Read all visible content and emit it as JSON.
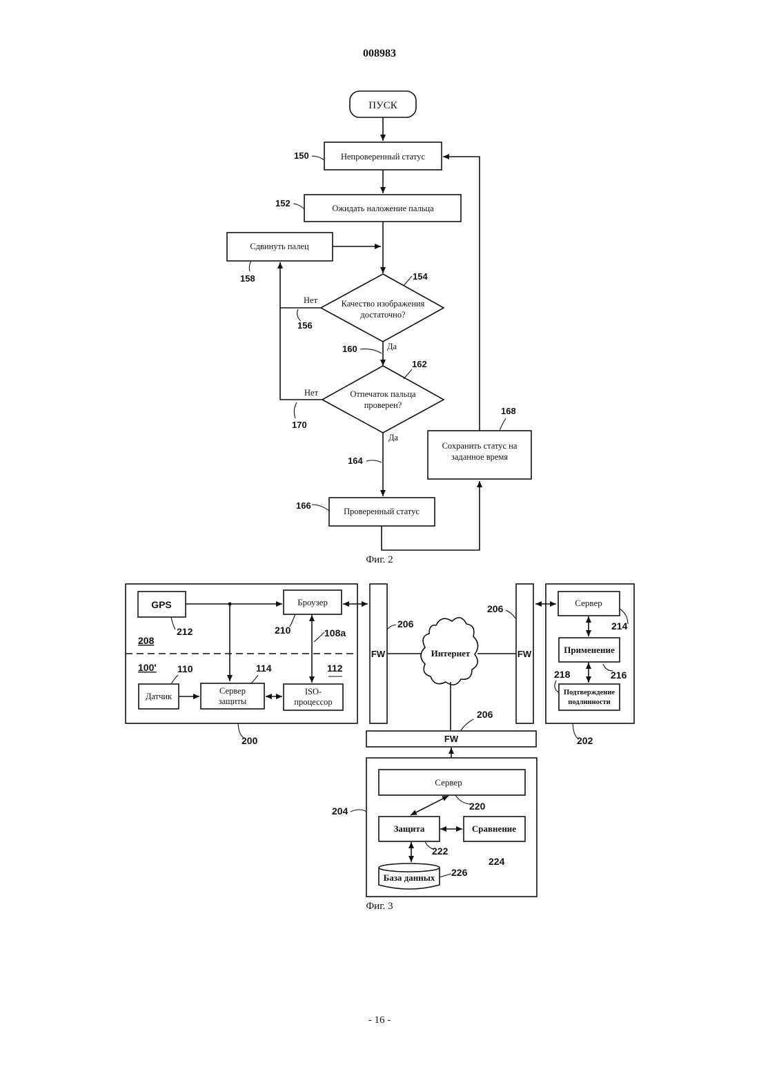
{
  "header": {
    "doc_number": "008983"
  },
  "fig2": {
    "caption": "Фиг. 2",
    "start": "ПУСК",
    "b150": "Непроверенный статус",
    "b152": "Ожидать наложение пальца",
    "b158": "Сдвинуть палец",
    "d154_l1": "Качество изображения",
    "d154_l2": "достаточно?",
    "d162_l1": "Отпечаток пальца",
    "d162_l2": "проверен?",
    "b166": "Проверенный статус",
    "b168_l1": "Сохранить статус на",
    "b168_l2": "заданное время",
    "no": "Нет",
    "yes": "Да",
    "refs": {
      "r150": "150",
      "r152": "152",
      "r154": "154",
      "r156": "156",
      "r158": "158",
      "r160": "160",
      "r162": "162",
      "r164": "164",
      "r166": "166",
      "r168": "168",
      "r170": "170"
    }
  },
  "fig3": {
    "caption": "Фиг. 3",
    "gps": "GPS",
    "browser": "Броузер",
    "sensor": "Датчик",
    "sec_server_l1": "Сервер",
    "sec_server_l2": "защиты",
    "iso_l1": "ISO-",
    "iso_l2": "процессор",
    "fw": "FW",
    "internet": "Интернет",
    "server": "Сервер",
    "application": "Применение",
    "auth_l1": "Подтверждение",
    "auth_l2": "подлинности",
    "protection": "Защита",
    "compare": "Сравнение",
    "database": "База данных",
    "refs": {
      "r200": "200",
      "r202": "202",
      "r204": "204",
      "r206": "206",
      "r208": "208",
      "r100": "100'",
      "r108a": "108a",
      "r110": "110",
      "r112": "112",
      "r114": "114",
      "r210": "210",
      "r212": "212",
      "r214": "214",
      "r216": "216",
      "r218": "218",
      "r220": "220",
      "r222": "222",
      "r224": "224",
      "r226": "226"
    }
  },
  "footer": {
    "page_number": "- 16 -"
  }
}
